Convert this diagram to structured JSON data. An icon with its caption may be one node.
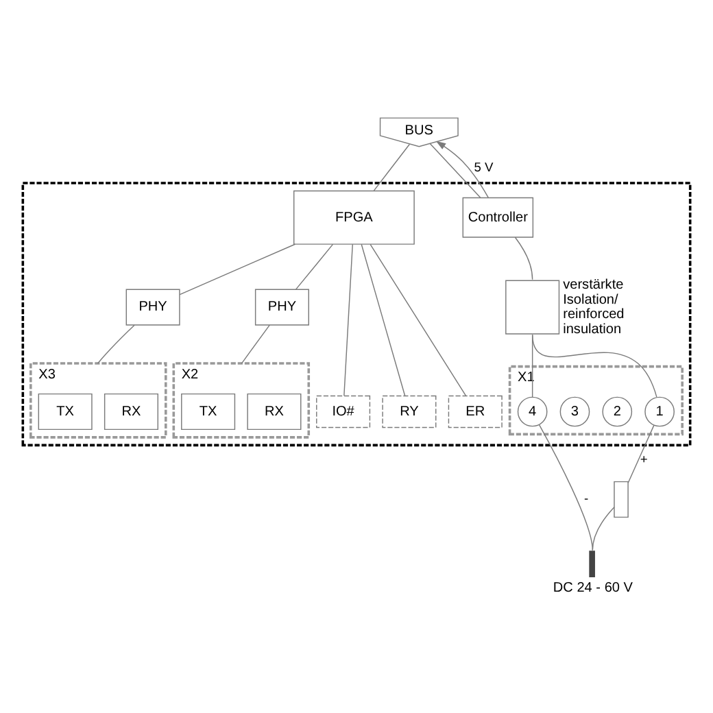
{
  "diagram": {
    "nodes": [
      {
        "text": [
          "BUS"
        ]
      },
      {
        "text": [],
        "shape": "box"
      },
      {
        "text": [
          "FPGA"
        ],
        "in": 1
      },
      {
        "text": [
          "Controller"
        ],
        "in": 1
      },
      {
        "text": [
          "PHY"
        ],
        "in": 1
      },
      {
        "text": [
          "PHY"
        ],
        "in": 1
      },
      {
        "text": [],
        "shape": "box",
        "in": 1,
        "beside": [
          "verstärkte Isolation/ reinforced insulation"
        ]
      },
      {
        "text": [
          "X3"
        ],
        "in": 1
      },
      {
        "text": [
          "TX"
        ],
        "in": 7
      },
      {
        "text": [
          "RX"
        ],
        "in": 7
      },
      {
        "text": [
          "X2"
        ],
        "in": 1
      },
      {
        "text": [
          "TX"
        ],
        "in": 10
      },
      {
        "text": [
          "RX"
        ],
        "in": 10
      },
      {
        "text": [
          "IO#"
        ],
        "in": 1
      },
      {
        "text": [
          "RY"
        ],
        "in": 1
      },
      {
        "text": [
          "ER"
        ],
        "in": 1
      },
      {
        "text": [
          "X1"
        ],
        "in": 1
      },
      {
        "text": [
          "4"
        ],
        "in": 16
      },
      {
        "text": [
          "3"
        ],
        "in": 16
      },
      {
        "text": [
          "2"
        ],
        "in": 16
      },
      {
        "text": [
          "1"
        ],
        "in": 16
      },
      {
        "text": [],
        "shape": "box"
      },
      {
        "text": [],
        "shape": "battery",
        "beside": [
          "DC 24 - 60 V"
        ]
      }
    ],
    "edges": [
      {
        "from": 0,
        "to": 2,
        "arrow": "none"
      },
      {
        "from": 0,
        "to": 3,
        "arrow": "none"
      },
      {
        "from": 3,
        "to": 0,
        "arrow": "to",
        "label": "5 V"
      },
      {
        "from": 2,
        "to": 4,
        "arrow": "none"
      },
      {
        "from": 2,
        "to": 5,
        "arrow": "none"
      },
      {
        "from": 4,
        "to": 7,
        "arrow": "none"
      },
      {
        "from": 5,
        "to": 10,
        "arrow": "none"
      },
      {
        "from": 2,
        "to": 13,
        "arrow": "none"
      },
      {
        "from": 2,
        "to": 14,
        "arrow": "none"
      },
      {
        "from": 2,
        "to": 15,
        "arrow": "none"
      },
      {
        "from": 3,
        "to": 6,
        "arrow": "none"
      },
      {
        "from": 6,
        "to": 17,
        "arrow": "none"
      },
      {
        "from": 6,
        "to": 20,
        "arrow": "none"
      },
      {
        "from": 17,
        "to": 22,
        "arrow": "none",
        "label": "-"
      },
      {
        "from": 20,
        "to": 21,
        "arrow": "none",
        "label": "+"
      },
      {
        "from": 21,
        "to": 22,
        "arrow": "none"
      }
    ]
  }
}
